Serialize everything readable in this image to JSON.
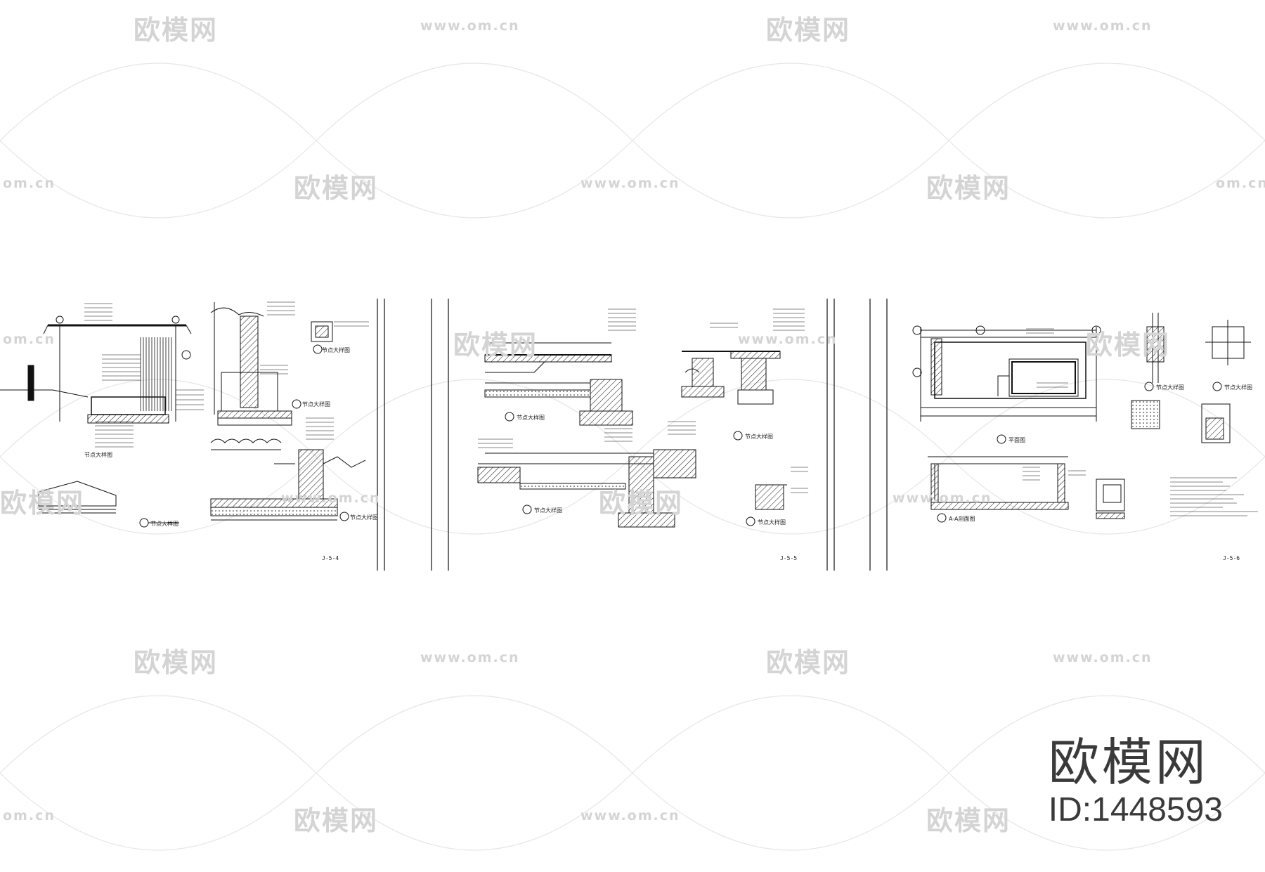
{
  "watermarks": {
    "logo_text": "欧模网",
    "url_text": "www.om.cn",
    "url_fragment": "om.cn"
  },
  "brand": {
    "name": "欧模网",
    "id_label": "ID:1448593"
  },
  "sheets": [
    {
      "number": "J-5-4",
      "captions": [
        "节点大样图",
        "节点大样图",
        "节点大样图",
        "节点大样图",
        "节点大样图"
      ]
    },
    {
      "number": "J-5-5",
      "captions": [
        "节点大样图",
        "节点大样图",
        "节点大样图",
        "节点大样图"
      ]
    },
    {
      "number": "J-5-6",
      "captions": [
        "平面图",
        "A-A剖面图",
        "节点大样图",
        "节点大样图"
      ]
    }
  ],
  "colors": {
    "line": "#111111",
    "watermark": "#d4d4d4",
    "brand": "#3a3a3a"
  }
}
